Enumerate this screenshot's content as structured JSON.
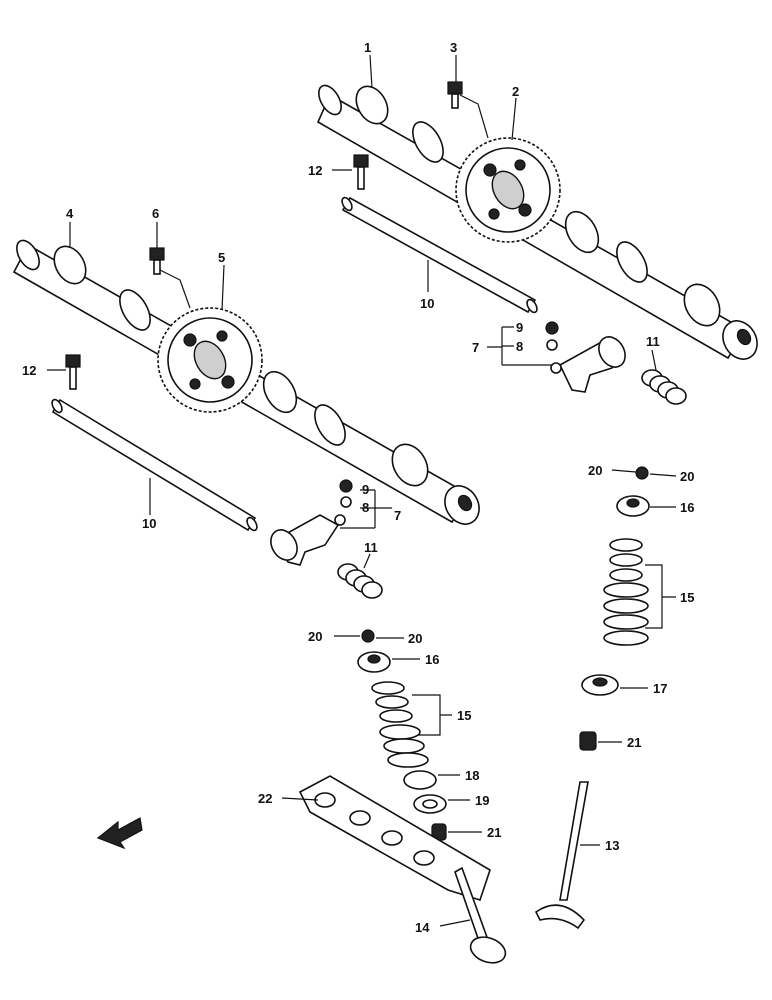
{
  "diagram": {
    "type": "exploded-parts-diagram",
    "callouts": [
      {
        "id": "c1",
        "text": "1"
      },
      {
        "id": "c2",
        "text": "2"
      },
      {
        "id": "c3",
        "text": "3"
      },
      {
        "id": "c4",
        "text": "4"
      },
      {
        "id": "c5",
        "text": "5"
      },
      {
        "id": "c6",
        "text": "6"
      },
      {
        "id": "c7a",
        "text": "7"
      },
      {
        "id": "c7b",
        "text": "7"
      },
      {
        "id": "c8a",
        "text": "8"
      },
      {
        "id": "c8b",
        "text": "8"
      },
      {
        "id": "c9a",
        "text": "9"
      },
      {
        "id": "c9b",
        "text": "9"
      },
      {
        "id": "c10a",
        "text": "10"
      },
      {
        "id": "c10b",
        "text": "10"
      },
      {
        "id": "c11a",
        "text": "11"
      },
      {
        "id": "c11b",
        "text": "11"
      },
      {
        "id": "c12a",
        "text": "12"
      },
      {
        "id": "c12b",
        "text": "12"
      },
      {
        "id": "c13",
        "text": "13"
      },
      {
        "id": "c14",
        "text": "14"
      },
      {
        "id": "c15a",
        "text": "15"
      },
      {
        "id": "c15b",
        "text": "15"
      },
      {
        "id": "c16a",
        "text": "16"
      },
      {
        "id": "c16b",
        "text": "16"
      },
      {
        "id": "c17",
        "text": "17"
      },
      {
        "id": "c18",
        "text": "18"
      },
      {
        "id": "c19",
        "text": "19"
      },
      {
        "id": "c20a",
        "text": "20"
      },
      {
        "id": "c20b",
        "text": "20"
      },
      {
        "id": "c20c",
        "text": "20"
      },
      {
        "id": "c20d",
        "text": "20"
      },
      {
        "id": "c21a",
        "text": "21"
      },
      {
        "id": "c21b",
        "text": "21"
      },
      {
        "id": "c22",
        "text": "22"
      }
    ]
  }
}
